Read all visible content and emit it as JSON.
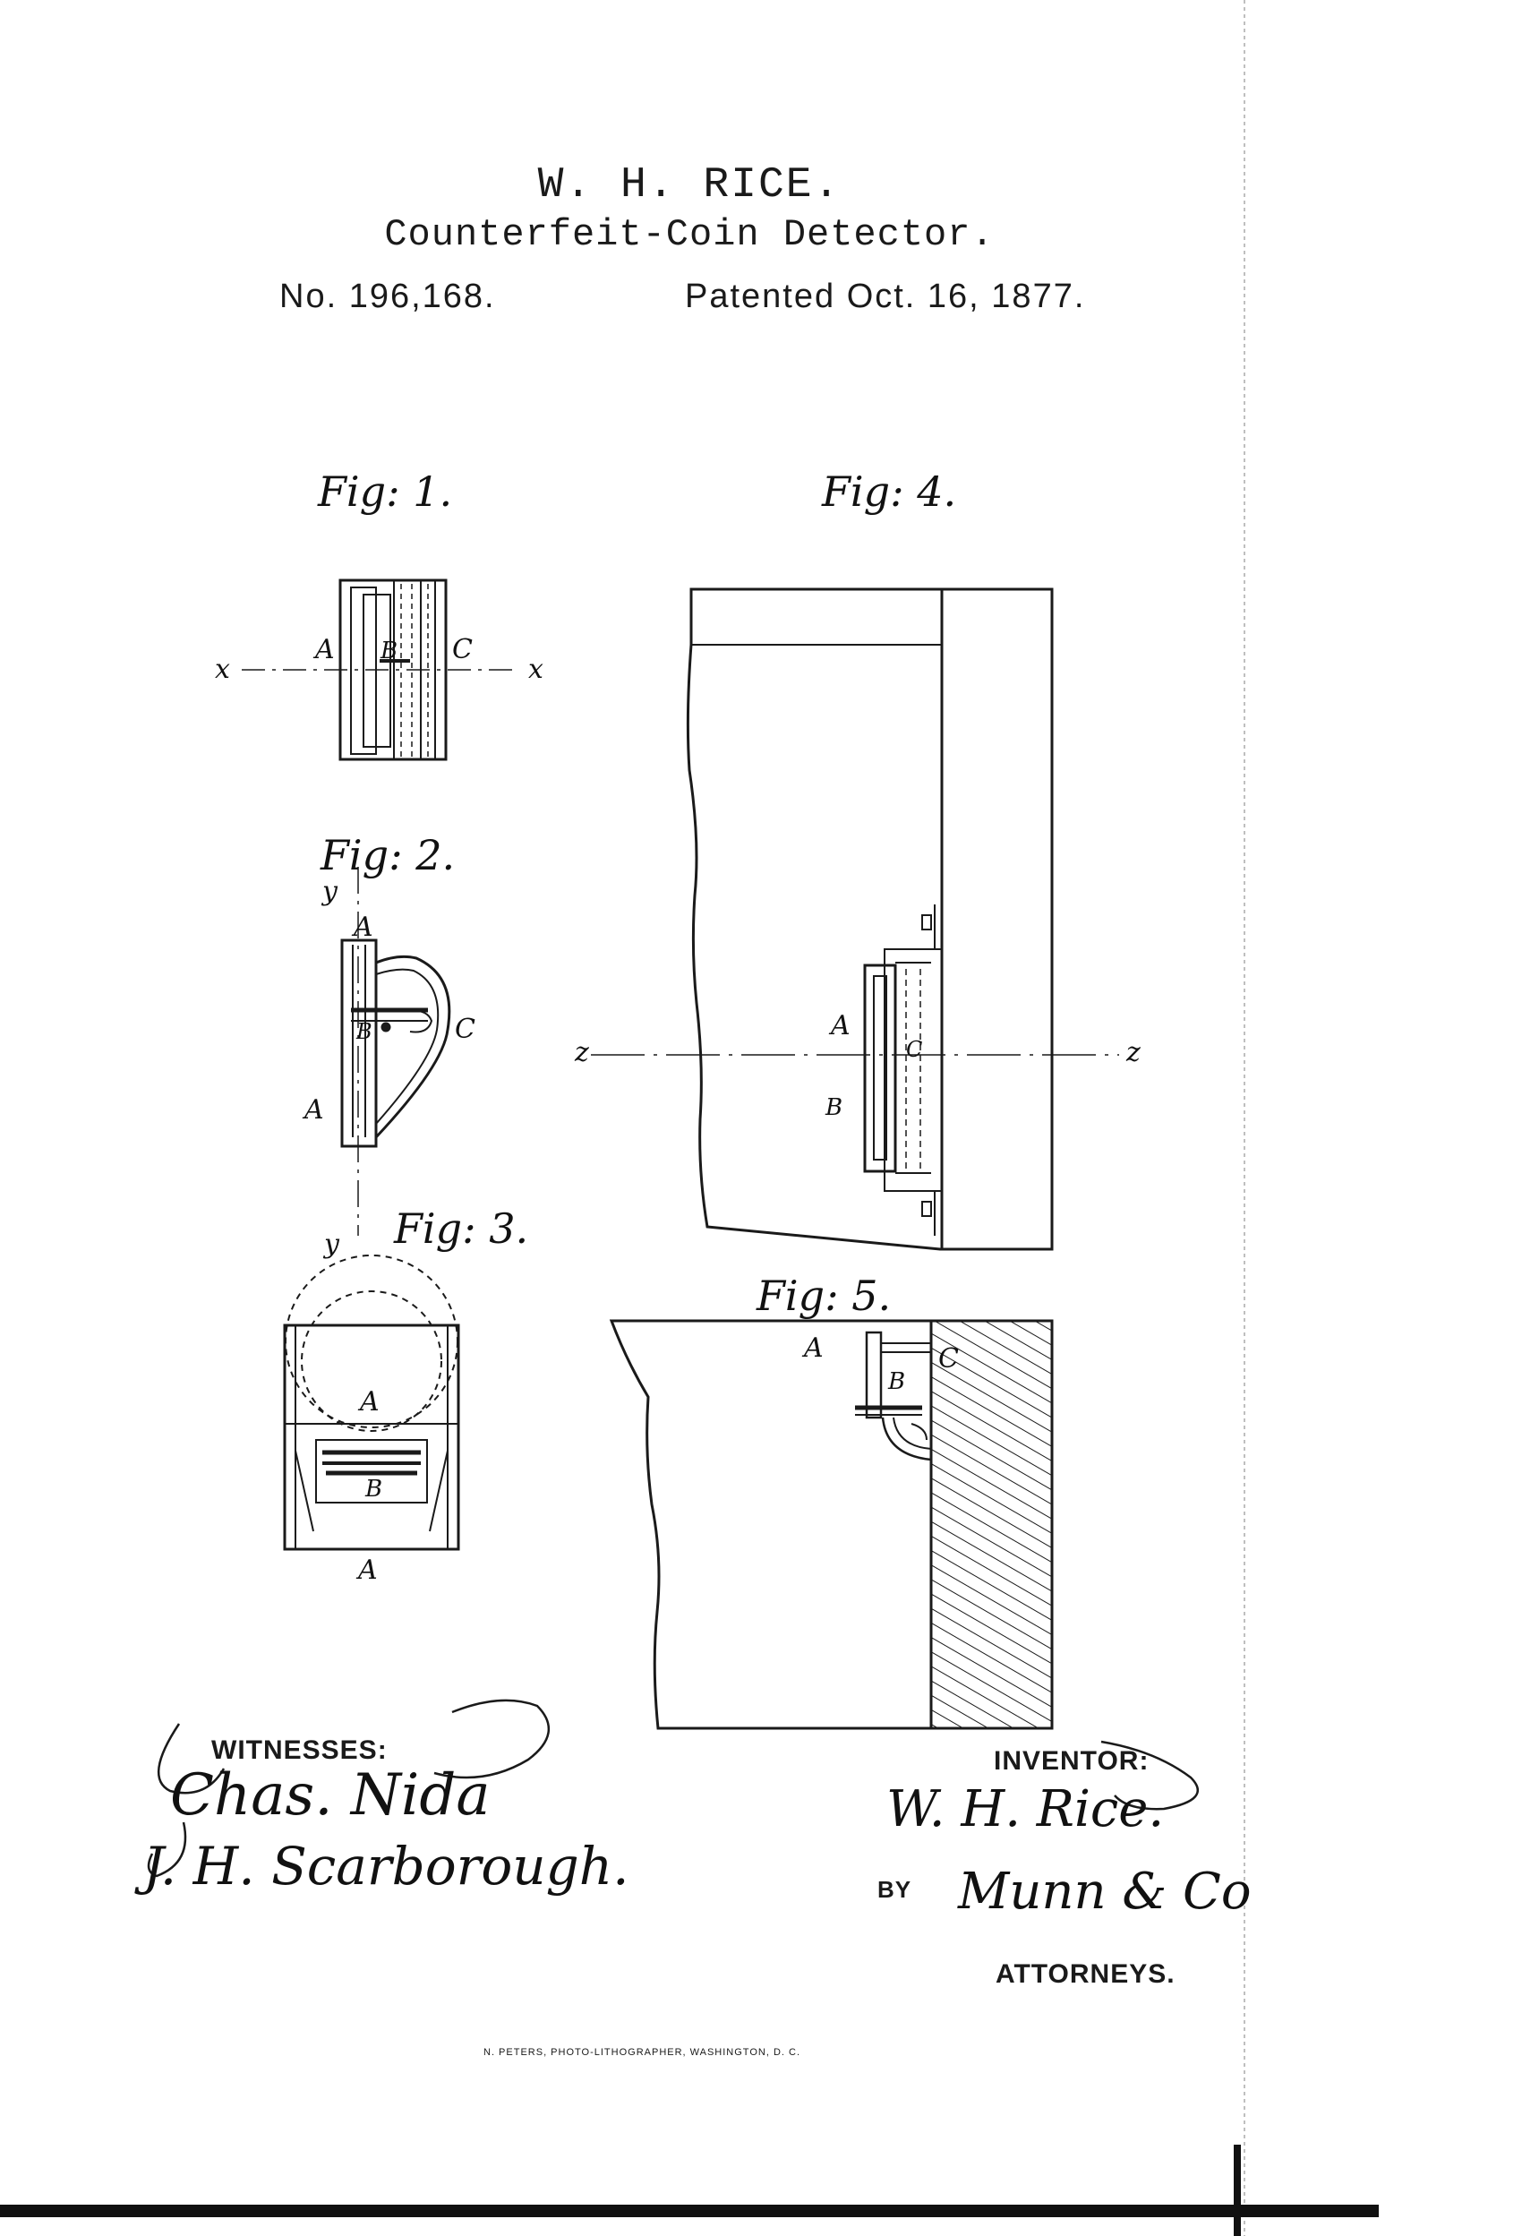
{
  "header": {
    "inventor_name": "W. H. RICE.",
    "invention_title": "Counterfeit-Coin Detector.",
    "patent_number": "No. 196,168.",
    "patent_date": "Patented Oct. 16, 1877."
  },
  "figures": {
    "fig1": "Fig: 1.",
    "fig2": "Fig: 2.",
    "fig3": "Fig: 3.",
    "fig4": "Fig: 4.",
    "fig5": "Fig: 5."
  },
  "part_letters": {
    "a": "A",
    "b": "B",
    "c": "C",
    "x": "x",
    "y": "y",
    "z": "z"
  },
  "signatures": {
    "witnesses_label": "WITNESSES:",
    "witness_1": "Chas. Nida",
    "witness_2": "J. H. Scarborough.",
    "inventor_label": "INVENTOR:",
    "inventor_signature": "W. H. Rice.",
    "by_label": "BY",
    "attorney_signature": "Munn & Co",
    "attorneys_label": "ATTORNEYS."
  },
  "footer": {
    "lithographer": "N. PETERS, PHOTO-LITHOGRAPHER, WASHINGTON, D. C."
  }
}
